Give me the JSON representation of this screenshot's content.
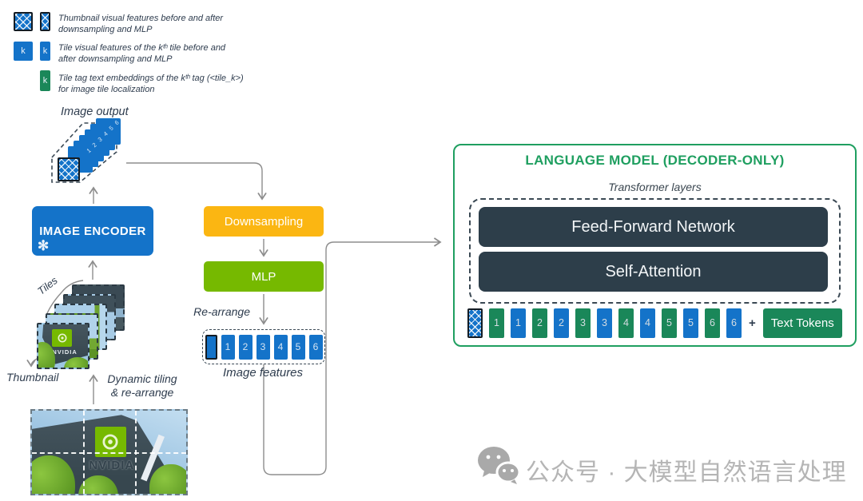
{
  "legend": {
    "swatch_label": "k",
    "items": [
      {
        "line1": "Thumbnail visual features before and after",
        "line2": "downsampling and MLP"
      },
      {
        "line1": "Tile visual features of the kᵗʰ tile before and",
        "line2": "after downsampling and MLP"
      },
      {
        "line1": "Tile tag text embeddings of the kᵗʰ tag (<tile_k>)",
        "line2": "for image tile localization"
      }
    ]
  },
  "pipeline": {
    "image_output_label": "Image output",
    "encoder_label": "IMAGE ENCODER",
    "frozen_icon": "✻",
    "tiles_label": "Tiles",
    "thumbnail_label": "Thumbnail",
    "dynamic_tiling_line1": "Dynamic tiling",
    "dynamic_tiling_line2": "& re-arrange",
    "downsampling_label": "Downsampling",
    "mlp_label": "MLP",
    "rearrange_label": "Re-arrange",
    "image_features_label": "Image features",
    "tile_numbers": [
      "1",
      "2",
      "3",
      "4",
      "5",
      "6"
    ]
  },
  "language_model": {
    "title": "LANGUAGE MODEL (DECODER-ONLY)",
    "transformer_layers_label": "Transformer layers",
    "ffn_label": "Feed-Forward Network",
    "attention_label": "Self-Attention",
    "plus": "+",
    "text_tokens_label": "Text Tokens",
    "token_numbers": [
      "1",
      "2",
      "3",
      "4",
      "5",
      "6"
    ]
  },
  "photo": {
    "brand": "NVIDIA"
  },
  "watermark": {
    "text": "公众号 · 大模型自然语言处理"
  },
  "colors": {
    "blue": "#1473C9",
    "amber": "#FBB612",
    "nvidia_green": "#76B900",
    "token_green": "#1A8759",
    "lm_green": "#1F9F60",
    "dark_slate": "#2D3E4A",
    "arrow_gray": "#8D8D8D"
  }
}
